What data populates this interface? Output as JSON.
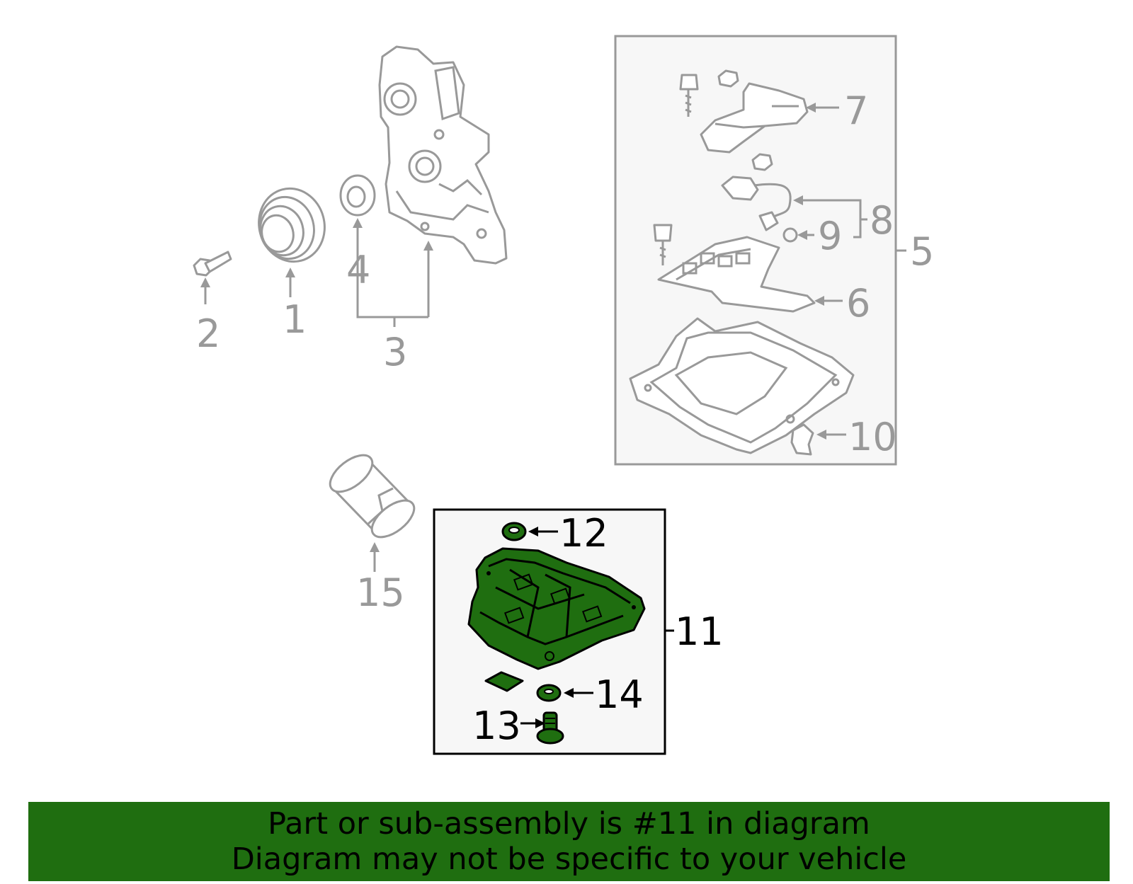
{
  "callouts": {
    "c1": "1",
    "c2": "2",
    "c3": "3",
    "c4": "4",
    "c5": "5",
    "c6": "6",
    "c7": "7",
    "c8": "8",
    "c9": "9",
    "c10": "10",
    "c11": "11",
    "c12": "12",
    "c13": "13",
    "c14": "14",
    "c15": "15"
  },
  "highlight": {
    "part_number": "11",
    "color": "#1f6e10"
  },
  "banner": {
    "line1": "Part or sub-assembly is #11 in diagram",
    "line2": "Diagram may not be specific to your vehicle",
    "background": "#1f6e10"
  }
}
